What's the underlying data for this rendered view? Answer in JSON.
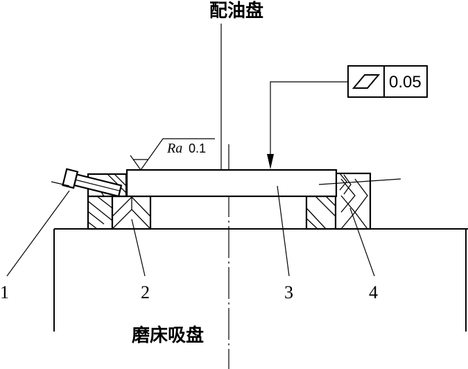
{
  "labels": {
    "top": "配油盘",
    "bottom": "磨床吸盘"
  },
  "parts": [
    {
      "number": "1"
    },
    {
      "number": "2"
    },
    {
      "number": "3"
    },
    {
      "number": "4"
    }
  ],
  "tolerance": {
    "symbol": "flatness-icon",
    "value": "0.05"
  },
  "surface_finish": {
    "prefix": "Ra",
    "value": "0.1"
  }
}
